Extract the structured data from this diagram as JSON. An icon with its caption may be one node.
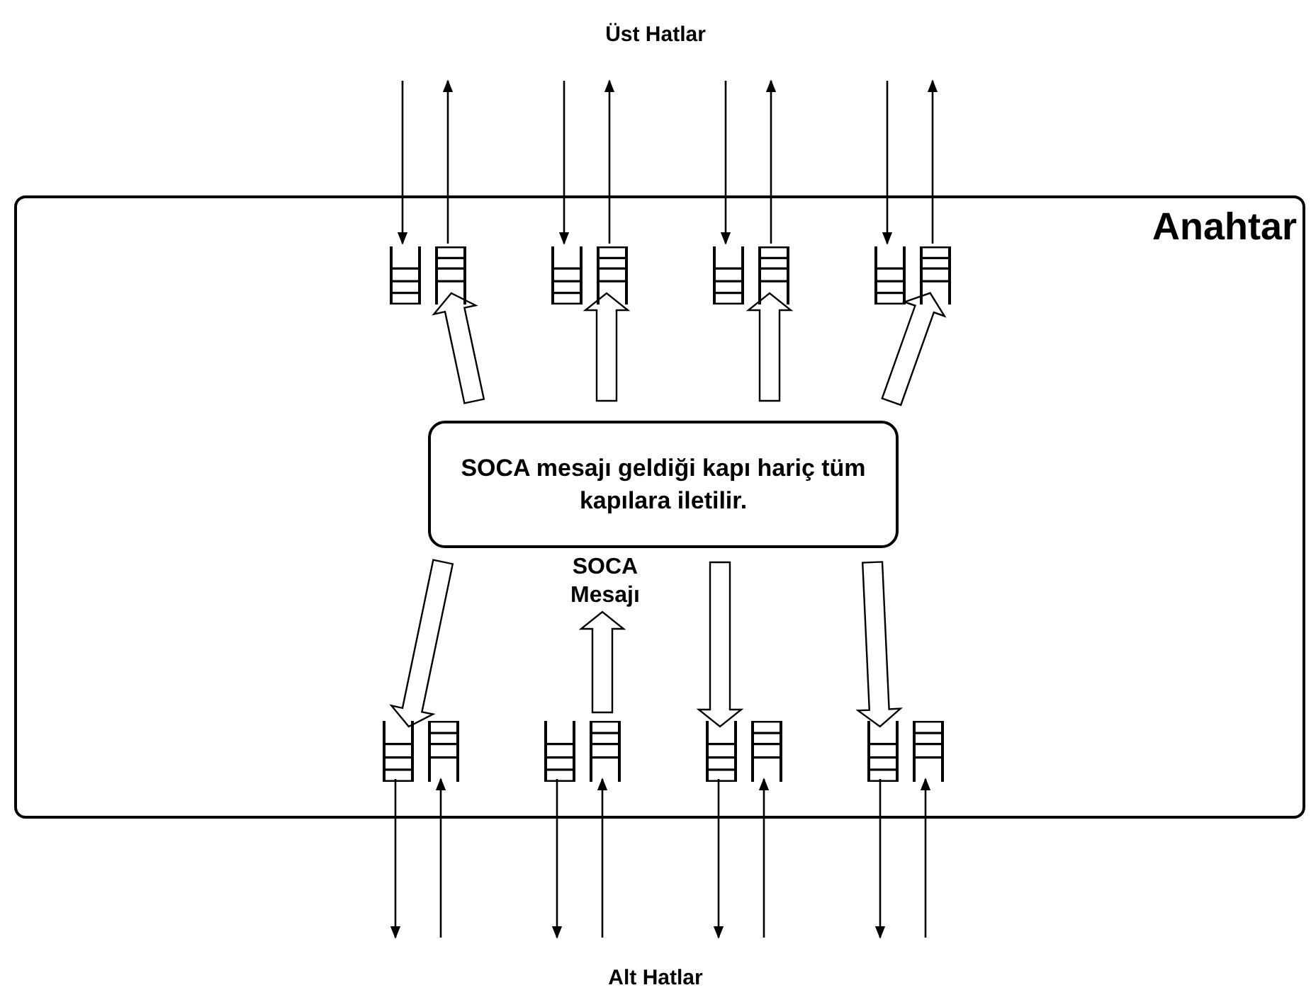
{
  "diagram": {
    "nodes": [
      {
        "text": [
          "Anahtar"
        ]
      },
      {
        "text": [],
        "shape": "queue",
        "in": 0
      },
      {
        "text": [],
        "shape": "queue",
        "in": 0
      },
      {
        "text": [],
        "shape": "queue",
        "in": 0
      },
      {
        "text": [],
        "shape": "queue",
        "in": 0
      },
      {
        "text": [],
        "shape": "queue",
        "in": 0
      },
      {
        "text": [],
        "shape": "queue",
        "in": 0
      },
      {
        "text": [],
        "shape": "queue",
        "in": 0
      },
      {
        "text": [],
        "shape": "queue",
        "in": 0
      },
      {
        "text": [
          "SOCA mesajı geldiği kapı hariç tüm kapılara iletilir."
        ],
        "in": 0
      },
      {
        "text": [
          "SOCA Mesajı"
        ],
        "in": 0
      },
      {
        "text": [],
        "shape": "queue",
        "in": 0
      },
      {
        "text": [],
        "shape": "queue",
        "in": 0
      },
      {
        "text": [],
        "shape": "queue",
        "in": 0
      },
      {
        "text": [],
        "shape": "queue",
        "in": 0
      },
      {
        "text": [],
        "shape": "queue",
        "in": 0
      },
      {
        "text": [],
        "shape": "queue",
        "in": 0
      },
      {
        "text": [],
        "shape": "queue",
        "in": 0
      },
      {
        "text": [],
        "shape": "queue",
        "in": 0
      }
    ],
    "edges": [
      {
        "from": null,
        "to": 1,
        "arrow": "to"
      },
      {
        "from": 2,
        "to": null,
        "arrow": "to"
      },
      {
        "from": null,
        "to": 3,
        "arrow": "to"
      },
      {
        "from": 4,
        "to": null,
        "arrow": "to"
      },
      {
        "from": null,
        "to": 5,
        "arrow": "to"
      },
      {
        "from": 6,
        "to": null,
        "arrow": "to"
      },
      {
        "from": null,
        "to": 7,
        "arrow": "to"
      },
      {
        "from": 8,
        "to": null,
        "arrow": "to"
      },
      {
        "from": 9,
        "to": 2,
        "arrow": "to",
        "style": "thick"
      },
      {
        "from": 9,
        "to": 4,
        "arrow": "to",
        "style": "thick"
      },
      {
        "from": 9,
        "to": 6,
        "arrow": "to",
        "style": "thick"
      },
      {
        "from": 9,
        "to": 8,
        "arrow": "to",
        "style": "thick"
      },
      {
        "from": 9,
        "to": 11,
        "arrow": "to",
        "style": "thick"
      },
      {
        "from": 14,
        "to": 10,
        "arrow": "to",
        "style": "thick"
      },
      {
        "from": 9,
        "to": 15,
        "arrow": "to",
        "style": "thick"
      },
      {
        "from": 9,
        "to": 17,
        "arrow": "to",
        "style": "thick"
      },
      {
        "from": 11,
        "to": null,
        "arrow": "to"
      },
      {
        "from": null,
        "to": 12,
        "arrow": "to"
      },
      {
        "from": 13,
        "to": null,
        "arrow": "to"
      },
      {
        "from": null,
        "to": 14,
        "arrow": "to"
      },
      {
        "from": 15,
        "to": null,
        "arrow": "to"
      },
      {
        "from": null,
        "to": 16,
        "arrow": "to"
      },
      {
        "from": 17,
        "to": null,
        "arrow": "to"
      },
      {
        "from": null,
        "to": 18,
        "arrow": "to"
      }
    ],
    "labels": [
      "Üst Hatlar",
      "Alt Hatlar"
    ]
  }
}
